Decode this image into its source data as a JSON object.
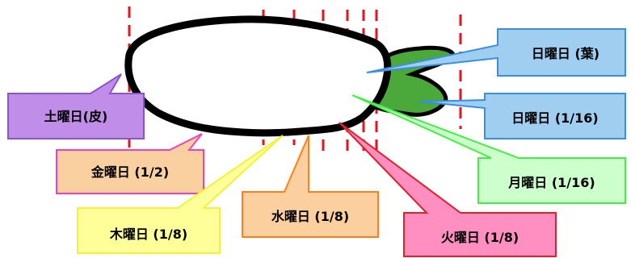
{
  "diagram": {
    "labels": {
      "saturday": "土曜日(皮)",
      "friday": "金曜日 (1/2)",
      "thursday": "木曜日 (1/8)",
      "wednesday": "水曜日 (1/8)",
      "tuesday": "火曜日 (1/8)",
      "monday": "月曜日 (1/16)",
      "sunday_small": "日曜日 (1/16)",
      "sunday_leaves": "日曜日 (葉)"
    },
    "colors": {
      "cut_line": "#e8141c",
      "radish_outline": "#000000",
      "leaves": "#4ba83a",
      "saturday_fill": "#c08ee8",
      "saturday_stroke": "#8a55c8",
      "friday_fill": "#fbd0a0",
      "friday_stroke": "#f040c0",
      "thursday_fill": "#ffff99",
      "thursday_stroke": "#f2f23a",
      "wednesday_fill": "#fbcf9e",
      "wednesday_stroke": "#ff7f1e",
      "tuesday_fill": "#ff8fc0",
      "tuesday_stroke": "#e0202a",
      "monday_fill": "#ccffcc",
      "monday_stroke": "#44ee44",
      "sunday_fill": "#9fcef0",
      "sunday_stroke": "#3a8fe0"
    }
  }
}
